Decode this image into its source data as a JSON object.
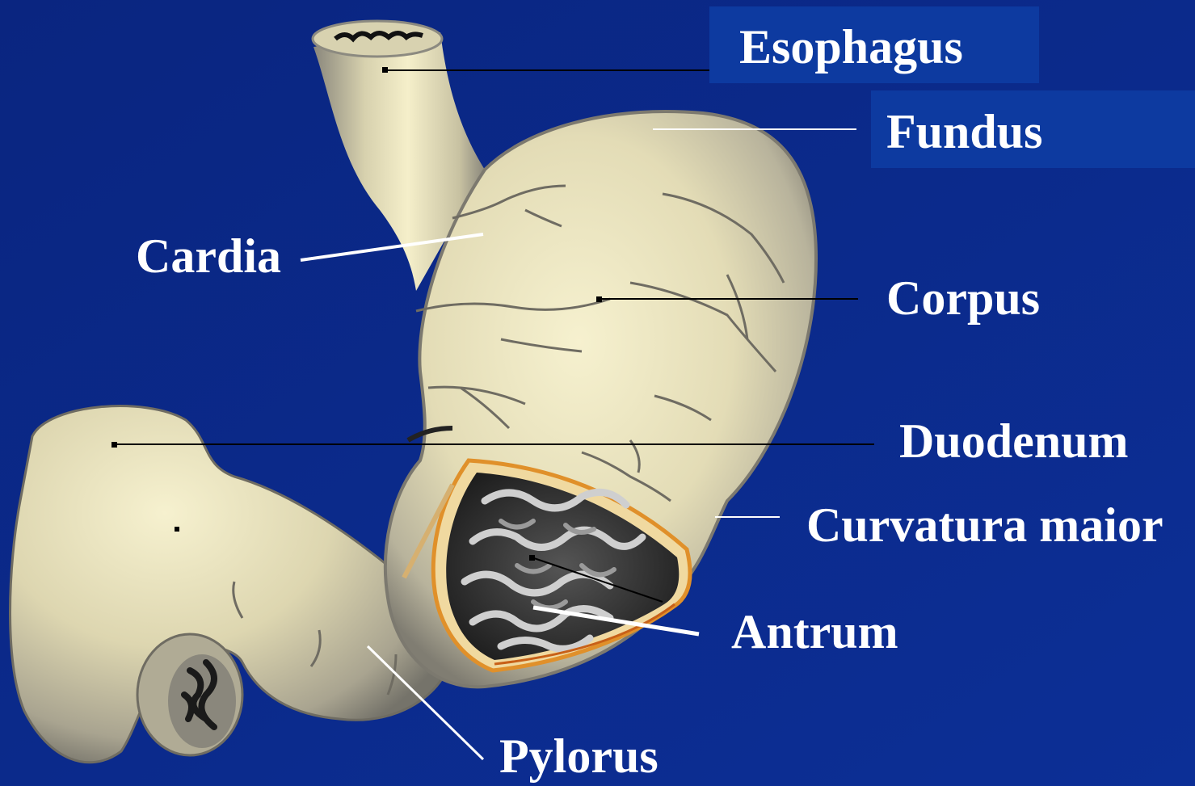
{
  "diagram": {
    "labels": {
      "esophagus": "Esophagus",
      "fundus": "Fundus",
      "cardia": "Cardia",
      "corpus": "Corpus",
      "duodenum": "Duodenum",
      "curvatura_maior": "Curvatura maior",
      "antrum": "Antrum",
      "pylorus": "Pylorus"
    },
    "colors": {
      "background": "#0a2a8a",
      "label_box": "#0d3aa0",
      "tissue_light": "#f2ecc4",
      "tissue_mid": "#d8d2b0",
      "tissue_dark": "#8c8a80",
      "mucosa_dark": "#2a2a2a",
      "mucosa_light": "#c8c8c8",
      "serosa_orange": "#e0902a",
      "leader_line_black": "#000000",
      "leader_line_white": "#ffffff"
    }
  }
}
